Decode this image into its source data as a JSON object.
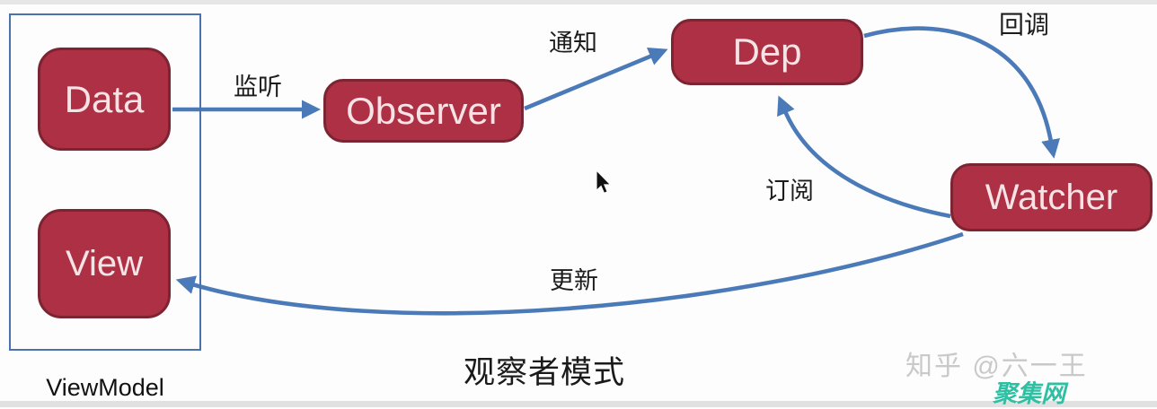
{
  "diagram": {
    "title": "观察者模式",
    "container_label": "ViewModel",
    "nodes": {
      "data": "Data",
      "view": "View",
      "observer": "Observer",
      "dep": "Dep",
      "watcher": "Watcher"
    },
    "edges": {
      "listen": "监听",
      "notify": "通知",
      "callback": "回调",
      "subscribe": "订阅",
      "update": "更新"
    },
    "colors": {
      "node_fill": "#ad3044",
      "node_border": "#7d2433",
      "node_text": "#f6e3e6",
      "arrow": "#4b7ab8",
      "container_border": "#4a72ad",
      "watermark_gray": "#c9c9c9",
      "watermark_teal": "#2fc0a4"
    }
  },
  "watermark": {
    "line1": "知乎 @六一王",
    "line2": "聚集网"
  }
}
